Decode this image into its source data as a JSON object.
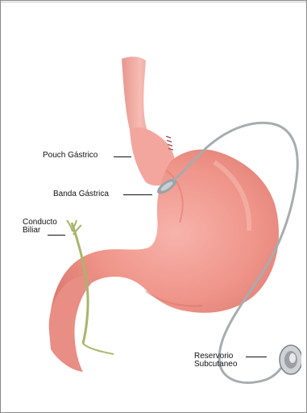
{
  "diagram": {
    "labels": {
      "pouch": "Pouch Gástrico",
      "banda": "Banda Gástrica",
      "conducto_line1": "Conducto",
      "conducto_line2": "Biliar",
      "reservorio_line1": "Reservorio",
      "reservorio_line2": "Subcutaneo"
    }
  },
  "colors": {
    "stomach": "#f19a92",
    "stomach_shade": "#e07b72",
    "band": "#9aa3a8",
    "tube": "#a7acaf",
    "bile_duct": "#a9b56a"
  }
}
